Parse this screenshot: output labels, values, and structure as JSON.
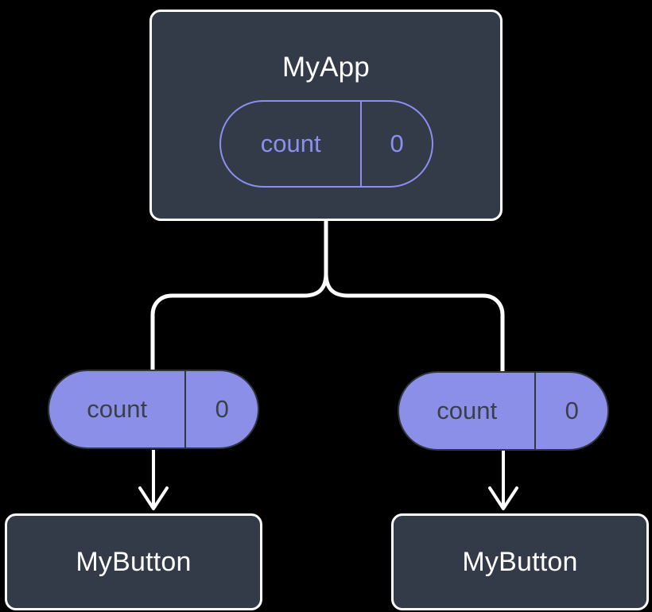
{
  "diagram": {
    "type": "component-state-flow-tree",
    "background_color": "#000000",
    "colors": {
      "node_fill": "#343b48",
      "node_border": "#ffffff",
      "node_text": "#ffffff",
      "accent_purple": "#8b8fe8",
      "pill_outline_purple": "#8b8ff0",
      "pill_text_dark": "#3a4049",
      "connector": "#ffffff"
    },
    "root": {
      "title": "MyApp",
      "state_pill": {
        "key": "count",
        "value": "0",
        "style": "outlined"
      }
    },
    "branches": [
      {
        "prop_pill": {
          "key": "count",
          "value": "0",
          "style": "filled"
        },
        "child": {
          "title": "MyButton"
        }
      },
      {
        "prop_pill": {
          "key": "count",
          "value": "0",
          "style": "filled"
        },
        "child": {
          "title": "MyButton"
        }
      }
    ],
    "connectors": [
      {
        "name": "root-to-split",
        "from": "MyApp",
        "to": "branch-junction",
        "arrow": false
      },
      {
        "name": "split-to-left-prop",
        "from": "branch-junction",
        "to": "left prop pill",
        "arrow": false
      },
      {
        "name": "split-to-right-prop",
        "from": "branch-junction",
        "to": "right prop pill",
        "arrow": false
      },
      {
        "name": "left-prop-to-button",
        "from": "left prop pill",
        "to": "left MyButton",
        "arrow": true
      },
      {
        "name": "right-prop-to-button",
        "from": "right prop pill",
        "to": "right MyButton",
        "arrow": true
      }
    ]
  }
}
